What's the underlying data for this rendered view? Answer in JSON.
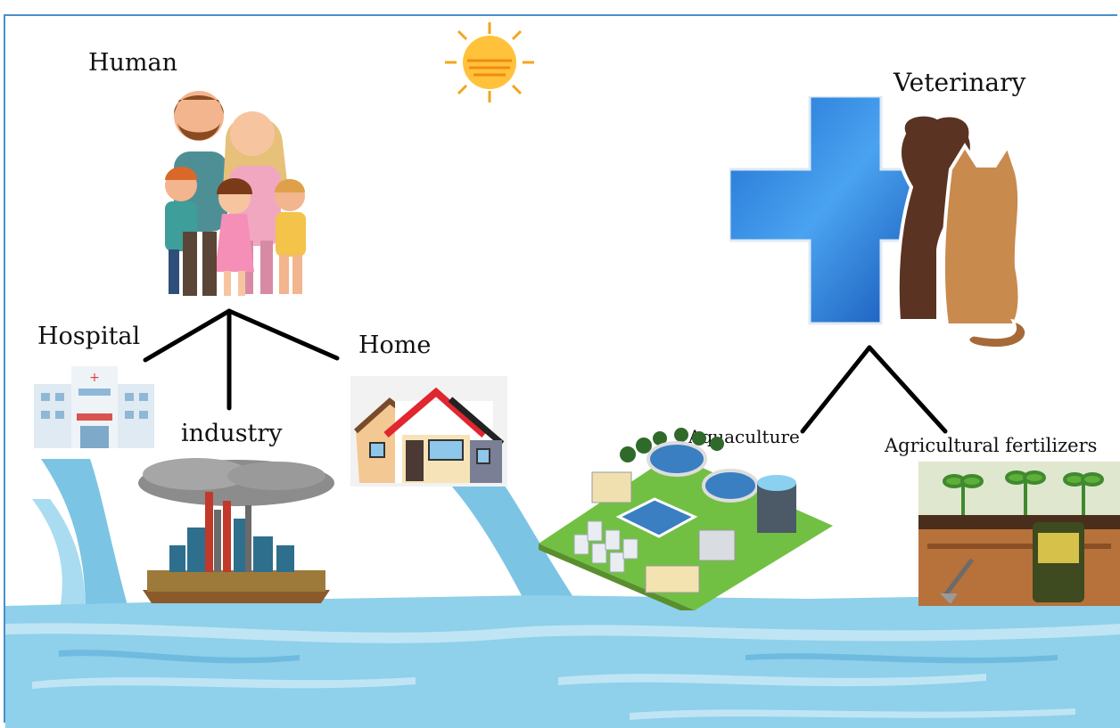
{
  "labels": {
    "human": "Human",
    "hospital": "Hospital",
    "industry": "industry",
    "home": "Home",
    "veterinary": "Veterinary",
    "aquaculture": "Aquaculture",
    "agricultural_fertilizers": "Agricultural fertilizers"
  },
  "colors": {
    "water": "#8fd0ea",
    "water_light": "#bfe5f4",
    "stream": "#7cc4e4",
    "frame": "#4a90c8",
    "cross_blue": "#2f7fd8",
    "line": "#000000"
  },
  "icons": {
    "sun": "sun-icon",
    "family": "family-icon",
    "hospital": "hospital-building-icon",
    "factory": "polluting-factory-icon",
    "house": "house-icon",
    "vet_cross": "medical-cross-icon",
    "pets": "dog-and-cat-icon",
    "aquaculture": "wastewater-plant-icon",
    "fertilizer": "fertilizer-planter-icon"
  }
}
